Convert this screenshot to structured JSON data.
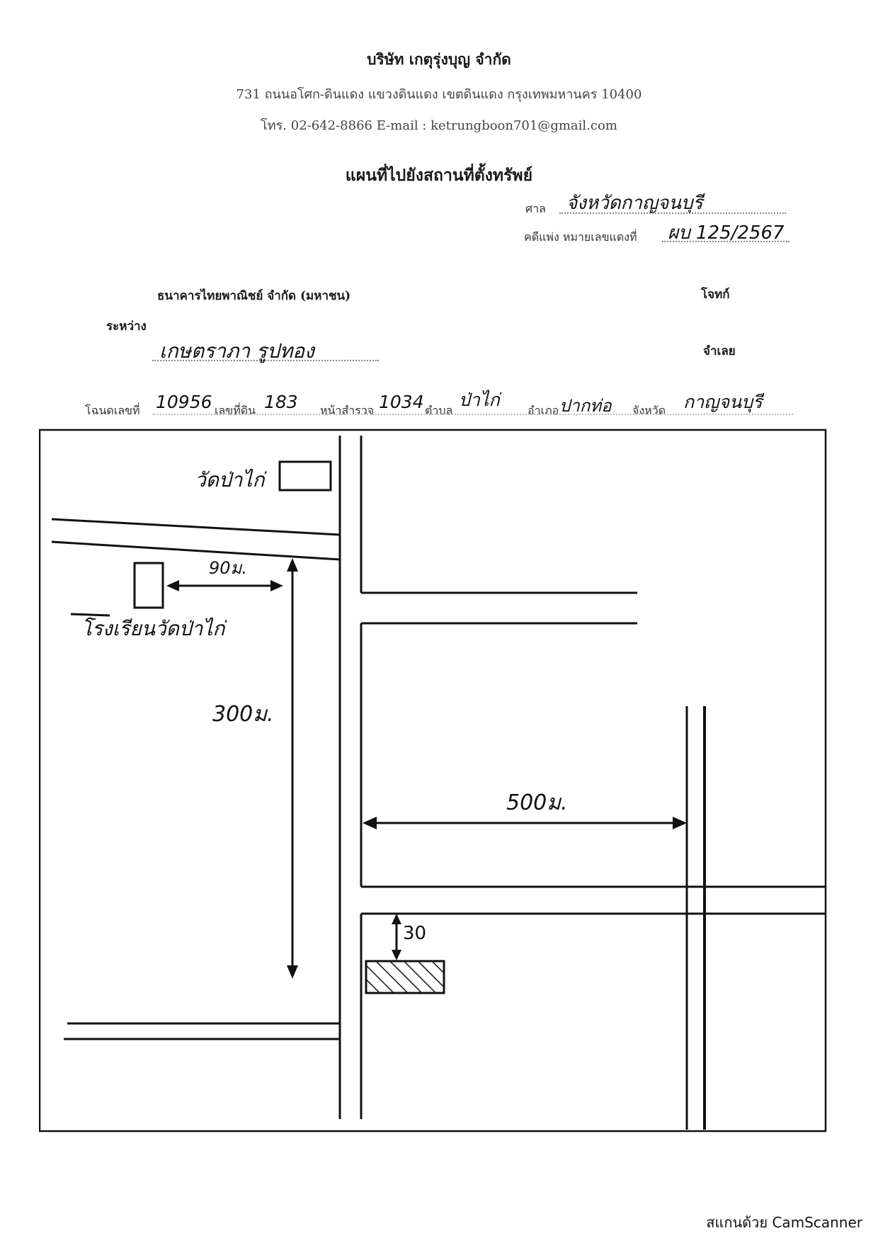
{
  "header": {
    "company": "บริษัท เกตุรุ่งบุญ จำกัด",
    "address": "731 ถนนอโศก-ดินแดง แขวงดินแดง เขตดินแดง กรุงเทพมหานคร 10400",
    "contact": "โทร. 02-642-8866 E-mail : ketrungboon701@gmail.com"
  },
  "document": {
    "title": "แผนที่ไปยังสถานที่ตั้งทรัพย์",
    "court_label": "ศาล",
    "court_value": "จังหวัดกาญจนบุรี",
    "case_label": "คดีแพ่ง หมายเลขแดงที่",
    "case_value": "ผบ 125/2567",
    "plaintiff_name": "ธนาคารไทยพาณิชย์ จำกัด (มหาชน)",
    "plaintiff_label": "โจทก์",
    "between_label": "ระหว่าง",
    "defendant_name": "เกษตราภา รูปทอง",
    "defendant_label": "จำเลย"
  },
  "deed": {
    "deed_label": "โฉนดเลขที่",
    "deed_no": "10956",
    "land_label": "เลขที่ดิน",
    "land_no": "183",
    "survey_label": "หน้าสำรวจ",
    "survey_no": "1034",
    "subdistrict_label": "ตำบล",
    "subdistrict": "ป่าไก่",
    "district_label": "อำเภอ",
    "district": "ปากท่อ",
    "province_label": "จังหวัด",
    "province": "กาญจนบุรี"
  },
  "map": {
    "temple_label": "วัดป่าไก่",
    "school_label": "โรงเรียนวัดป่าไก่",
    "dist_school": "90ม.",
    "dist_vertical": "300ม.",
    "dist_horizontal": "500ม.",
    "dist_property": "30"
  },
  "footer": {
    "scanner": "สแกนด้วย CamScanner"
  }
}
